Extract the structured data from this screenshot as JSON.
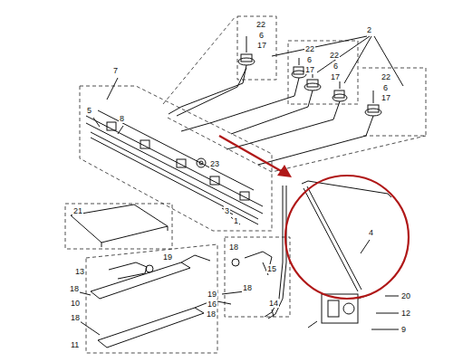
{
  "diagram": {
    "labels": [
      "2",
      "22",
      "6",
      "17",
      "22",
      "6",
      "17",
      "22",
      "6",
      "17",
      "22",
      "6",
      "17",
      "7",
      "5",
      "8",
      "23",
      "3",
      "1",
      "21",
      "18",
      "13",
      "19",
      "15",
      "18",
      "10",
      "18",
      "19",
      "16",
      "18",
      "14",
      "4",
      "20",
      "12",
      "9",
      "18",
      "11"
    ]
  }
}
